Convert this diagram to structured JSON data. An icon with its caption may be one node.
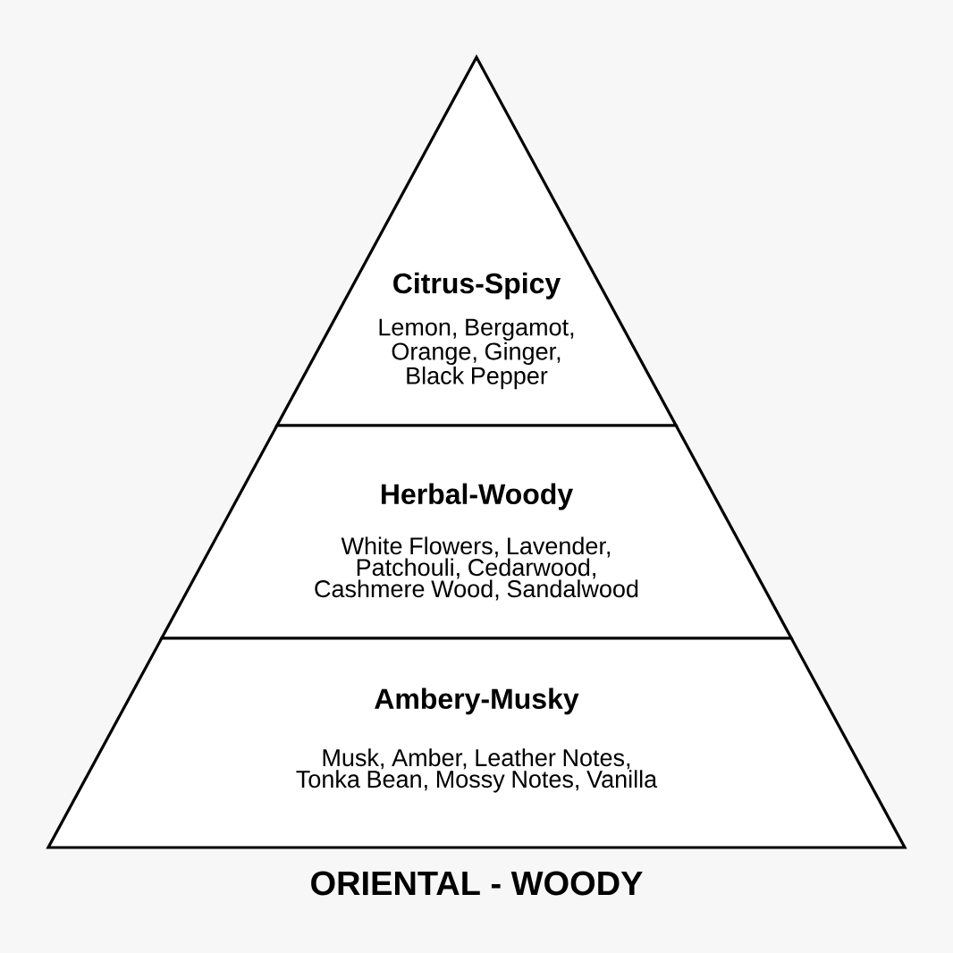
{
  "diagram": {
    "title": "ORIENTAL - WOODY",
    "nodes": [
      {
        "text": [
          "Citrus-Spicy",
          "Lemon, Bergamot, Orange, Ginger, Black Pepper"
        ]
      },
      {
        "text": [
          "Herbal-Woody",
          "White Flowers, Lavender, Patchouli, Cedarwood, Cashmere Wood, Sandalwood"
        ]
      },
      {
        "text": [
          "Ambery-Musky",
          "Musk, Amber, Leather Notes, Tonka Bean, Mossy Notes, Vanilla"
        ]
      }
    ]
  }
}
